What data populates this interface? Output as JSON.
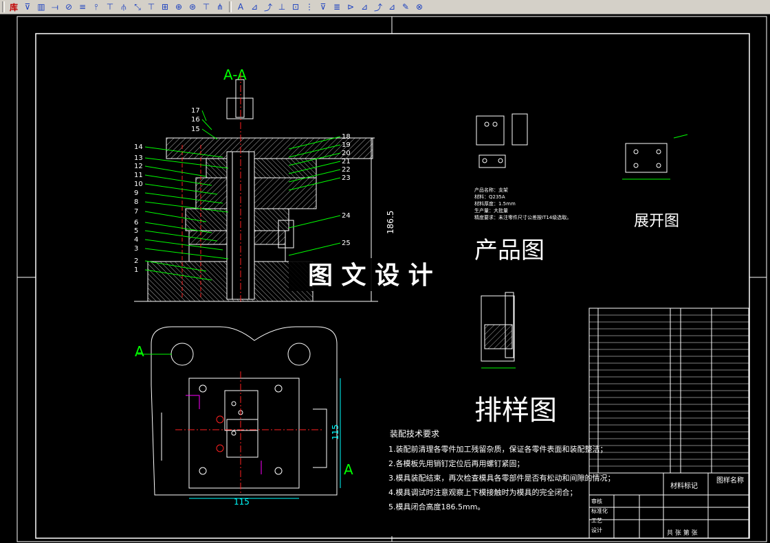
{
  "toolbar": {
    "group1": [
      "库",
      "⊽",
      "▥",
      "⟞",
      "⊘",
      "≡",
      "⫯",
      "⊤",
      "⫛",
      "⤡",
      "⊤",
      "⊞",
      "⊕",
      "⊛",
      "⊤",
      "⋔"
    ],
    "group2": [
      "A",
      "⊿",
      "⤴",
      "⊥",
      "⊡",
      "⋮",
      "⊽",
      "≣",
      "⊳",
      "⊿",
      "⤴",
      "⊿",
      "✎",
      "⊗"
    ]
  },
  "section": {
    "title": "A-A",
    "labels_left": [
      "17",
      "16",
      "15",
      "14",
      "13",
      "12",
      "11",
      "10",
      "9",
      "8",
      "7",
      "6",
      "5",
      "4",
      "3",
      "2",
      "1"
    ],
    "labels_right": [
      "18",
      "19",
      "20",
      "21",
      "22",
      "23",
      "24",
      "25"
    ],
    "height_dim": "186.5"
  },
  "plan": {
    "marker_left": "A",
    "marker_right": "A",
    "dim_width": "115",
    "dim_height": "115"
  },
  "product": {
    "info": [
      "产品名称：支架",
      "材料：Q235A",
      "材料厚度：1.5mm",
      "生产量：大批量",
      "精度要求：未注零件尺寸公差按IT14级选取。"
    ],
    "caption": "产品图"
  },
  "unfold": {
    "caption": "展开图"
  },
  "layout": {
    "caption": "排样图"
  },
  "watermark": "图 文 设 计",
  "notes": {
    "title": "装配技术要求",
    "items": [
      "1.装配前清理各零件加工残留杂质，保证各零件表面和装配整洁；",
      "2.各模板先用销钉定位后再用螺钉紧固；",
      "3.模具装配结束，再次检查模具各零部件是否有松动和间隙的情况；",
      "4.模具调试时注意观察上下模接触时为模具的完全闭合；",
      "5.模具闭合高度186.5mm。"
    ]
  },
  "title_block": {
    "material_mark": "材料标记",
    "drawing_name": "图样名称",
    "row_labels": [
      "审核",
      "标准化",
      "工艺",
      "设计"
    ],
    "bottom": "共 张 第 张"
  },
  "colors": {
    "line": "#ffffff",
    "green": "#00ff00",
    "red": "#ff2020",
    "cyan": "#00ffff",
    "magenta": "#ff00ff",
    "bg": "#000000"
  }
}
